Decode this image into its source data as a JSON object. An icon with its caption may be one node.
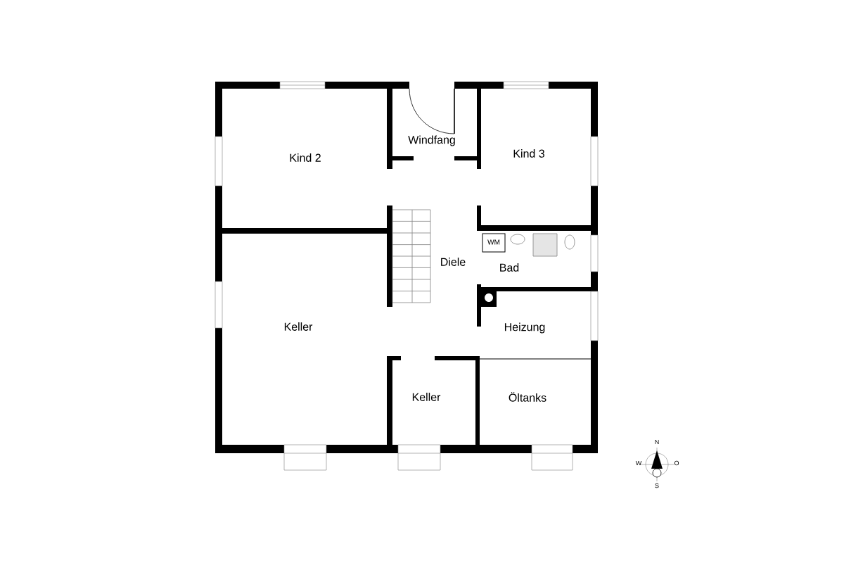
{
  "diagram": {
    "labels": [
      "Kind 2",
      "Windfang",
      "Kind 3",
      "Diele",
      "WM",
      "Bad",
      "Keller",
      "Heizung",
      "Keller",
      "Öltanks",
      "N",
      "W",
      "O",
      "S"
    ]
  }
}
